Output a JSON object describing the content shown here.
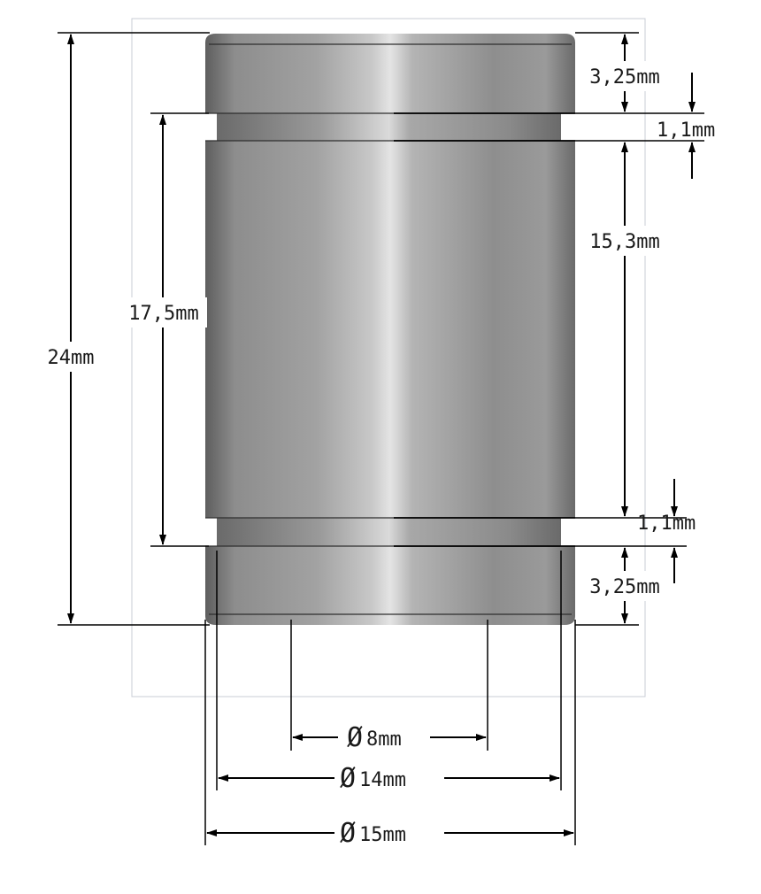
{
  "dimensions": {
    "total_height": "24mm",
    "inner_span": "17,5mm",
    "top_section": "3,25mm",
    "top_groove": "1,1mm",
    "middle_section": "15,3mm",
    "bottom_groove": "1,1mm",
    "bottom_section": "3,25mm",
    "bore_diameter": "8mm",
    "groove_diameter": "14mm",
    "outer_diameter": "15mm"
  },
  "diameter_symbol": "Ø",
  "colors": {
    "body_dark": "#6f6f6f",
    "body_mid": "#9a9a9a",
    "body_light": "#d9d9d9",
    "groove": "#8c8c8c",
    "line": "#000000",
    "frame": "#c8ccd6"
  }
}
